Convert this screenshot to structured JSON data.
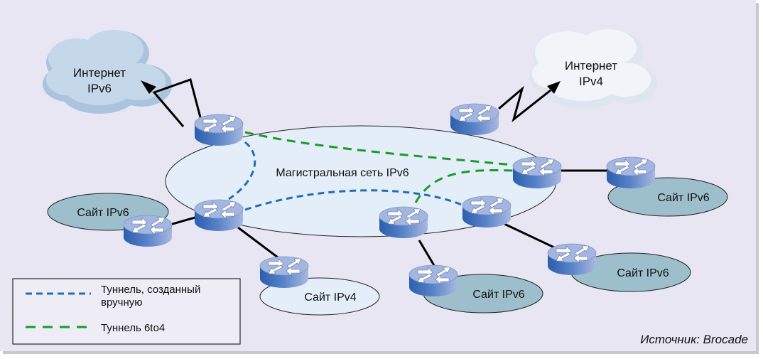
{
  "clouds": {
    "ipv6": {
      "line1": "Интернет",
      "line2": "IPv6"
    },
    "ipv4": {
      "line1": "Интернет",
      "line2": "IPv4"
    }
  },
  "backbone_label": "Магистральная сеть IPv6",
  "sites": {
    "left_ipv6": "Сайт IPv6",
    "right_top_ipv6": "Сайт IPv6",
    "right_bottom_ipv6": "Сайт IPv6",
    "mid_ipv6": "Сайт IPv6",
    "ipv4": "Сайт IPv4"
  },
  "legend": {
    "manual_tunnel_line1": "Туннель, созданный",
    "manual_tunnel_line2": "вручную",
    "tunnel_6to4": "Туннель 6to4"
  },
  "source": "Источник: Brocade",
  "colors": {
    "manual_tunnel": "#1f6fb5",
    "tunnel_6to4": "#1a9a2a",
    "background": "#e8e6f2",
    "site_ipv6": "#9dbfcc",
    "site_ipv4": "#e4eef8",
    "backbone": "#e4eef8"
  }
}
